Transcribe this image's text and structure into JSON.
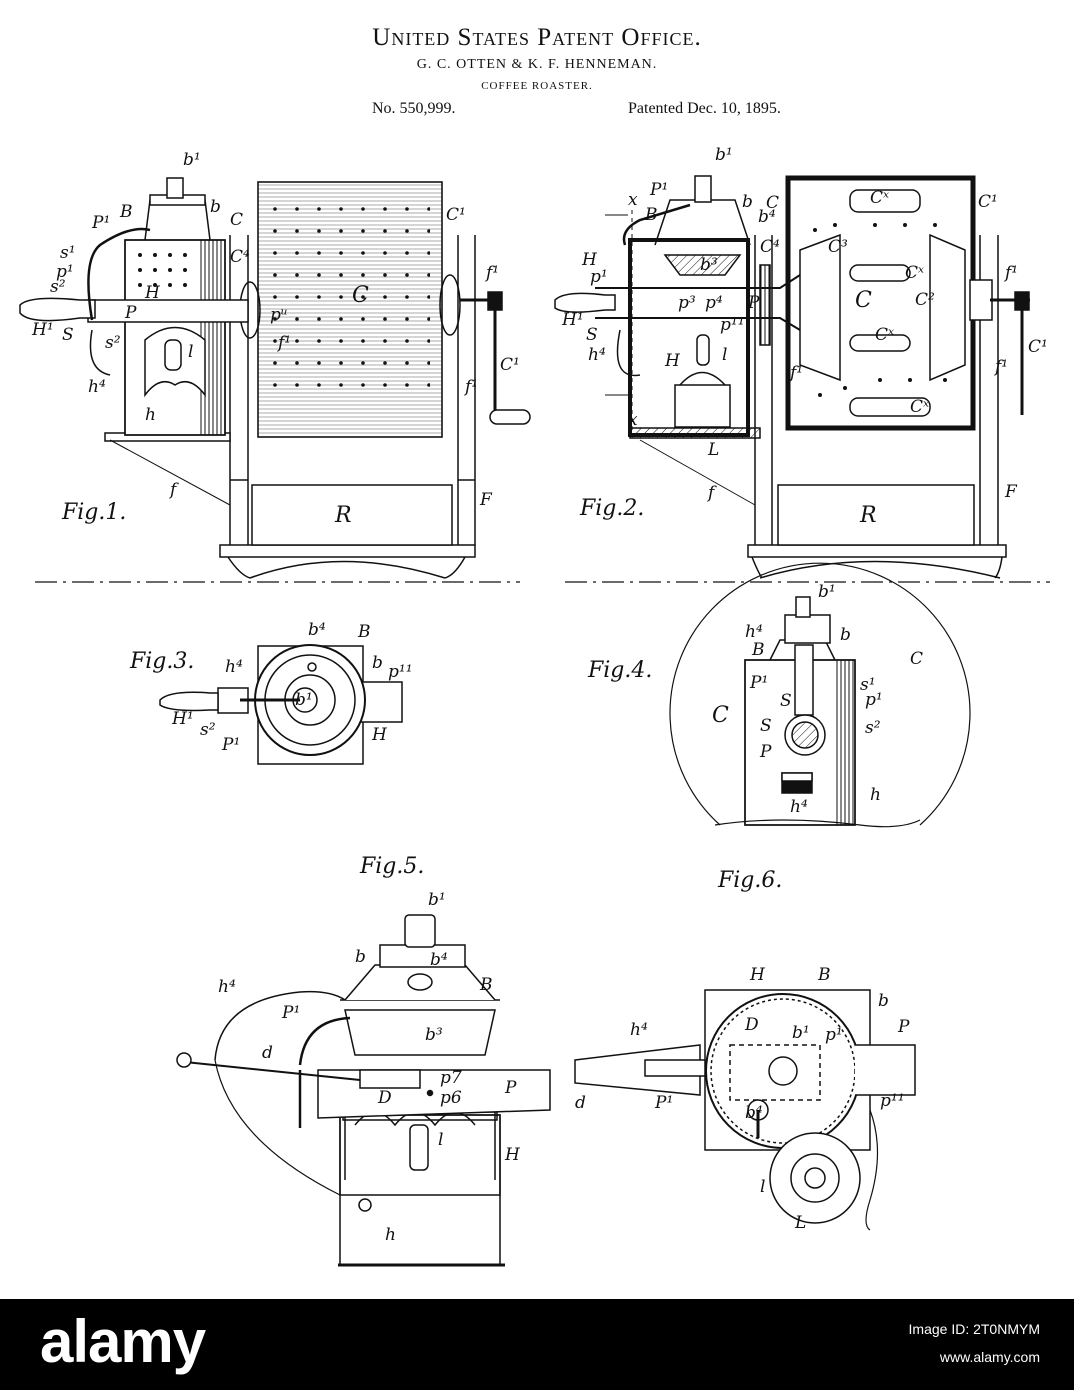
{
  "header": {
    "office": "United States Patent Office.",
    "inventors": "G. C. OTTEN & K. F. HENNEMAN.",
    "subject": "COFFEE ROASTER.",
    "patent_no": "No. 550,999.",
    "patented": "Patented Dec. 10, 1895."
  },
  "figures": {
    "fig1": "Fig.1.",
    "fig2": "Fig.2.",
    "fig3": "Fig.3.",
    "fig4": "Fig.4.",
    "fig5": "Fig.5.",
    "fig6": "Fig.6."
  },
  "labels": {
    "b1": "b¹",
    "b": "b",
    "B": "B",
    "P1": "P¹",
    "C": "C",
    "C1": "C¹",
    "C4": "C⁴",
    "f1": "f¹",
    "f": "f",
    "F": "F",
    "R": "R",
    "H": "H",
    "H1": "H¹",
    "h": "h",
    "h4": "h⁴",
    "s1": "s¹",
    "s2": "s²",
    "S": "S",
    "p1": "p¹",
    "P": "P",
    "l": "l",
    "L": "L",
    "p11": "p¹¹",
    "pu": "pᵘ",
    "b3": "b³",
    "b4": "b⁴",
    "p3": "p³",
    "p4": "p⁴",
    "Cx": "Cˣ",
    "C2": "C²",
    "C3": "C³",
    "x": "x",
    "d": "d",
    "D": "D",
    "p6": "p6",
    "p7": "p7"
  },
  "footer": {
    "brand": "alamy",
    "image_id": "Image ID: 2T0NMYM",
    "url": "www.alamy.com"
  }
}
